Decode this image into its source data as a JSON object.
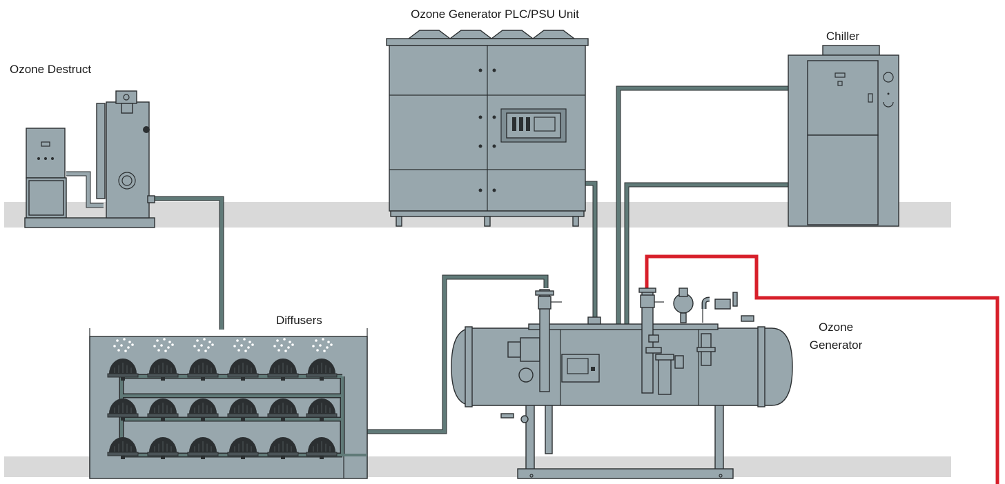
{
  "labels": {
    "plc_psu": "Ozone Generator PLC/PSU Unit",
    "chiller": "Chiller",
    "destruct": "Ozone Destruct",
    "diffusers": "Diffusers",
    "generator_line1": "Ozone",
    "generator_line2": "Generator"
  },
  "colors": {
    "equipment": "#98a7ad",
    "outline": "#2b2f31",
    "pipe": "#607a78",
    "oxygen_line": "#d71f2a",
    "floor": "#d9d9d9"
  }
}
